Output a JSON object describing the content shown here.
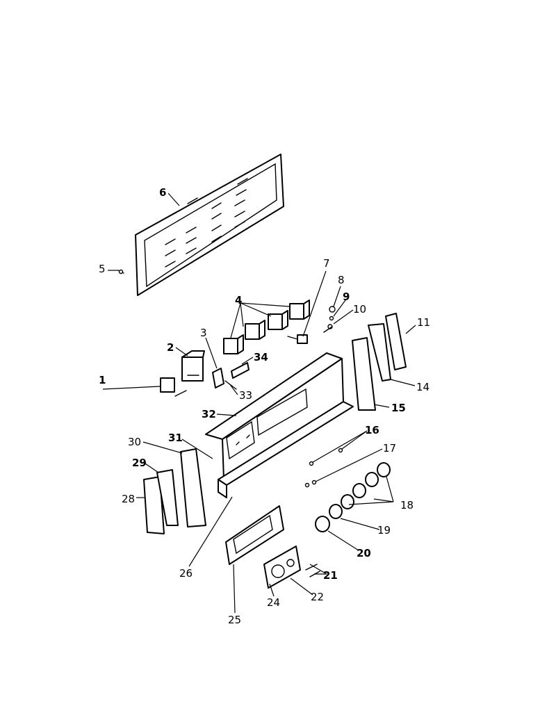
{
  "diagram": {
    "callouts": {
      "c1": "1",
      "c2": "2",
      "c3": "3",
      "c4": "4",
      "c5": "5",
      "c6": "6",
      "c7": "7",
      "c8": "8",
      "c9": "9",
      "c10": "10",
      "c11": "11",
      "c14": "14",
      "c15": "15",
      "c16": "16",
      "c17": "17",
      "c18": "18",
      "c19": "19",
      "c20": "20",
      "c21": "21",
      "c22": "22",
      "c24": "24",
      "c25": "25",
      "c26": "26",
      "c28": "28",
      "c29": "29",
      "c30": "30",
      "c31": "31",
      "c32": "32",
      "c33": "33",
      "c34": "34"
    },
    "colors": {
      "line": "#000000",
      "background": "#ffffff"
    }
  }
}
